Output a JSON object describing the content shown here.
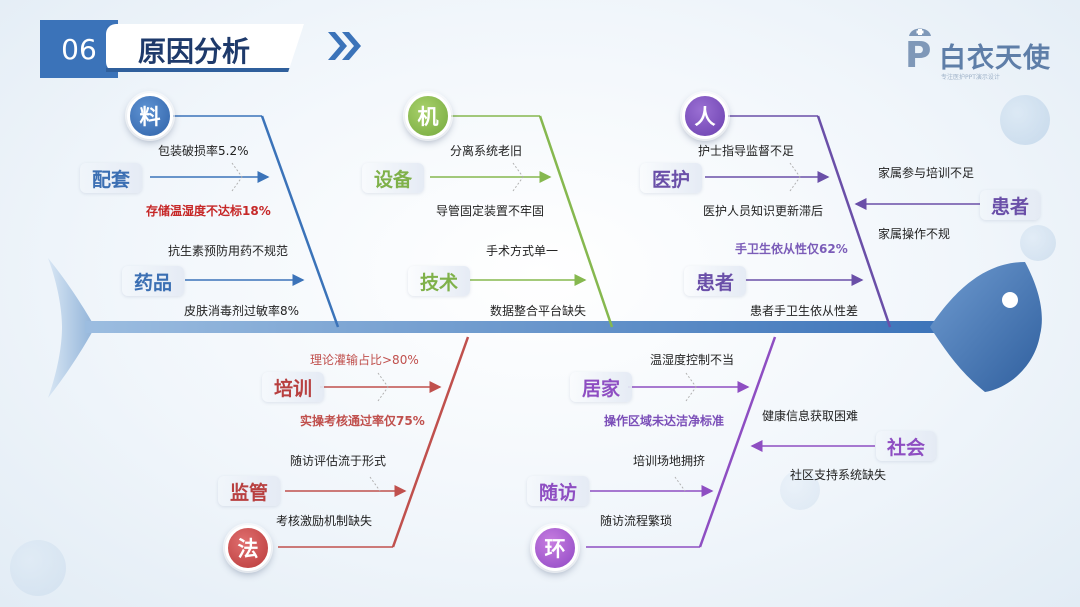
{
  "header": {
    "section_number": "06",
    "title": "原因分析"
  },
  "brand": {
    "mark": "P",
    "name": "白衣天使",
    "subtitle": "专注医护PPT演示设计"
  },
  "diagram": {
    "type": "fishbone",
    "categories": [
      {
        "id": "material",
        "label": "料",
        "color": "#3b73b9",
        "subs": [
          {
            "label": "配套",
            "causes": [
              "包装破损率5.2%",
              "存储温湿度不达标18%"
            ]
          },
          {
            "label": "药品",
            "causes": [
              "抗生素预防用药不规范",
              "皮肤消毒剂过敏率8%"
            ]
          }
        ]
      },
      {
        "id": "machine",
        "label": "机",
        "color": "#86b84f",
        "subs": [
          {
            "label": "设备",
            "causes": [
              "分离系统老旧",
              "导管固定装置不牢固"
            ]
          },
          {
            "label": "技术",
            "causes": [
              "手术方式单一",
              "数据整合平台缺失"
            ]
          }
        ]
      },
      {
        "id": "people",
        "label": "人",
        "color": "#6a4fa8",
        "subs": [
          {
            "label": "医护",
            "causes": [
              "护士指导监督不足",
              "医护人员知识更新滞后"
            ]
          },
          {
            "label": "患者",
            "causes": [
              "手卫生依从性仅62%",
              "患者手卫生依从性差"
            ]
          },
          {
            "label": "患者",
            "causes": [
              "家属参与培训不足",
              "家属操作不规"
            ]
          }
        ]
      },
      {
        "id": "method",
        "label": "法",
        "color": "#c0504d",
        "subs": [
          {
            "label": "培训",
            "causes": [
              "理论灌输占比>80%",
              "实操考核通过率仅75%"
            ]
          },
          {
            "label": "监管",
            "causes": [
              "随访评估流于形式",
              "考核激励机制缺失"
            ]
          }
        ]
      },
      {
        "id": "environment",
        "label": "环",
        "color": "#8e4ec2",
        "subs": [
          {
            "label": "居家",
            "causes": [
              "温湿度控制不当",
              "操作区域未达洁净标准"
            ]
          },
          {
            "label": "随访",
            "causes": [
              "培训场地拥挤",
              "随访流程繁琐"
            ]
          },
          {
            "label": "社会",
            "causes": [
              "健康信息获取困难",
              "社区支持系统缺失"
            ]
          }
        ]
      }
    ]
  },
  "colors": {
    "spine": "#3b73b9",
    "material": "#3b73b9",
    "machine": "#86b84f",
    "people": "#6a4fa8",
    "method": "#c0504d",
    "environment": "#8e4ec2",
    "highlight_red": "#c62828"
  }
}
